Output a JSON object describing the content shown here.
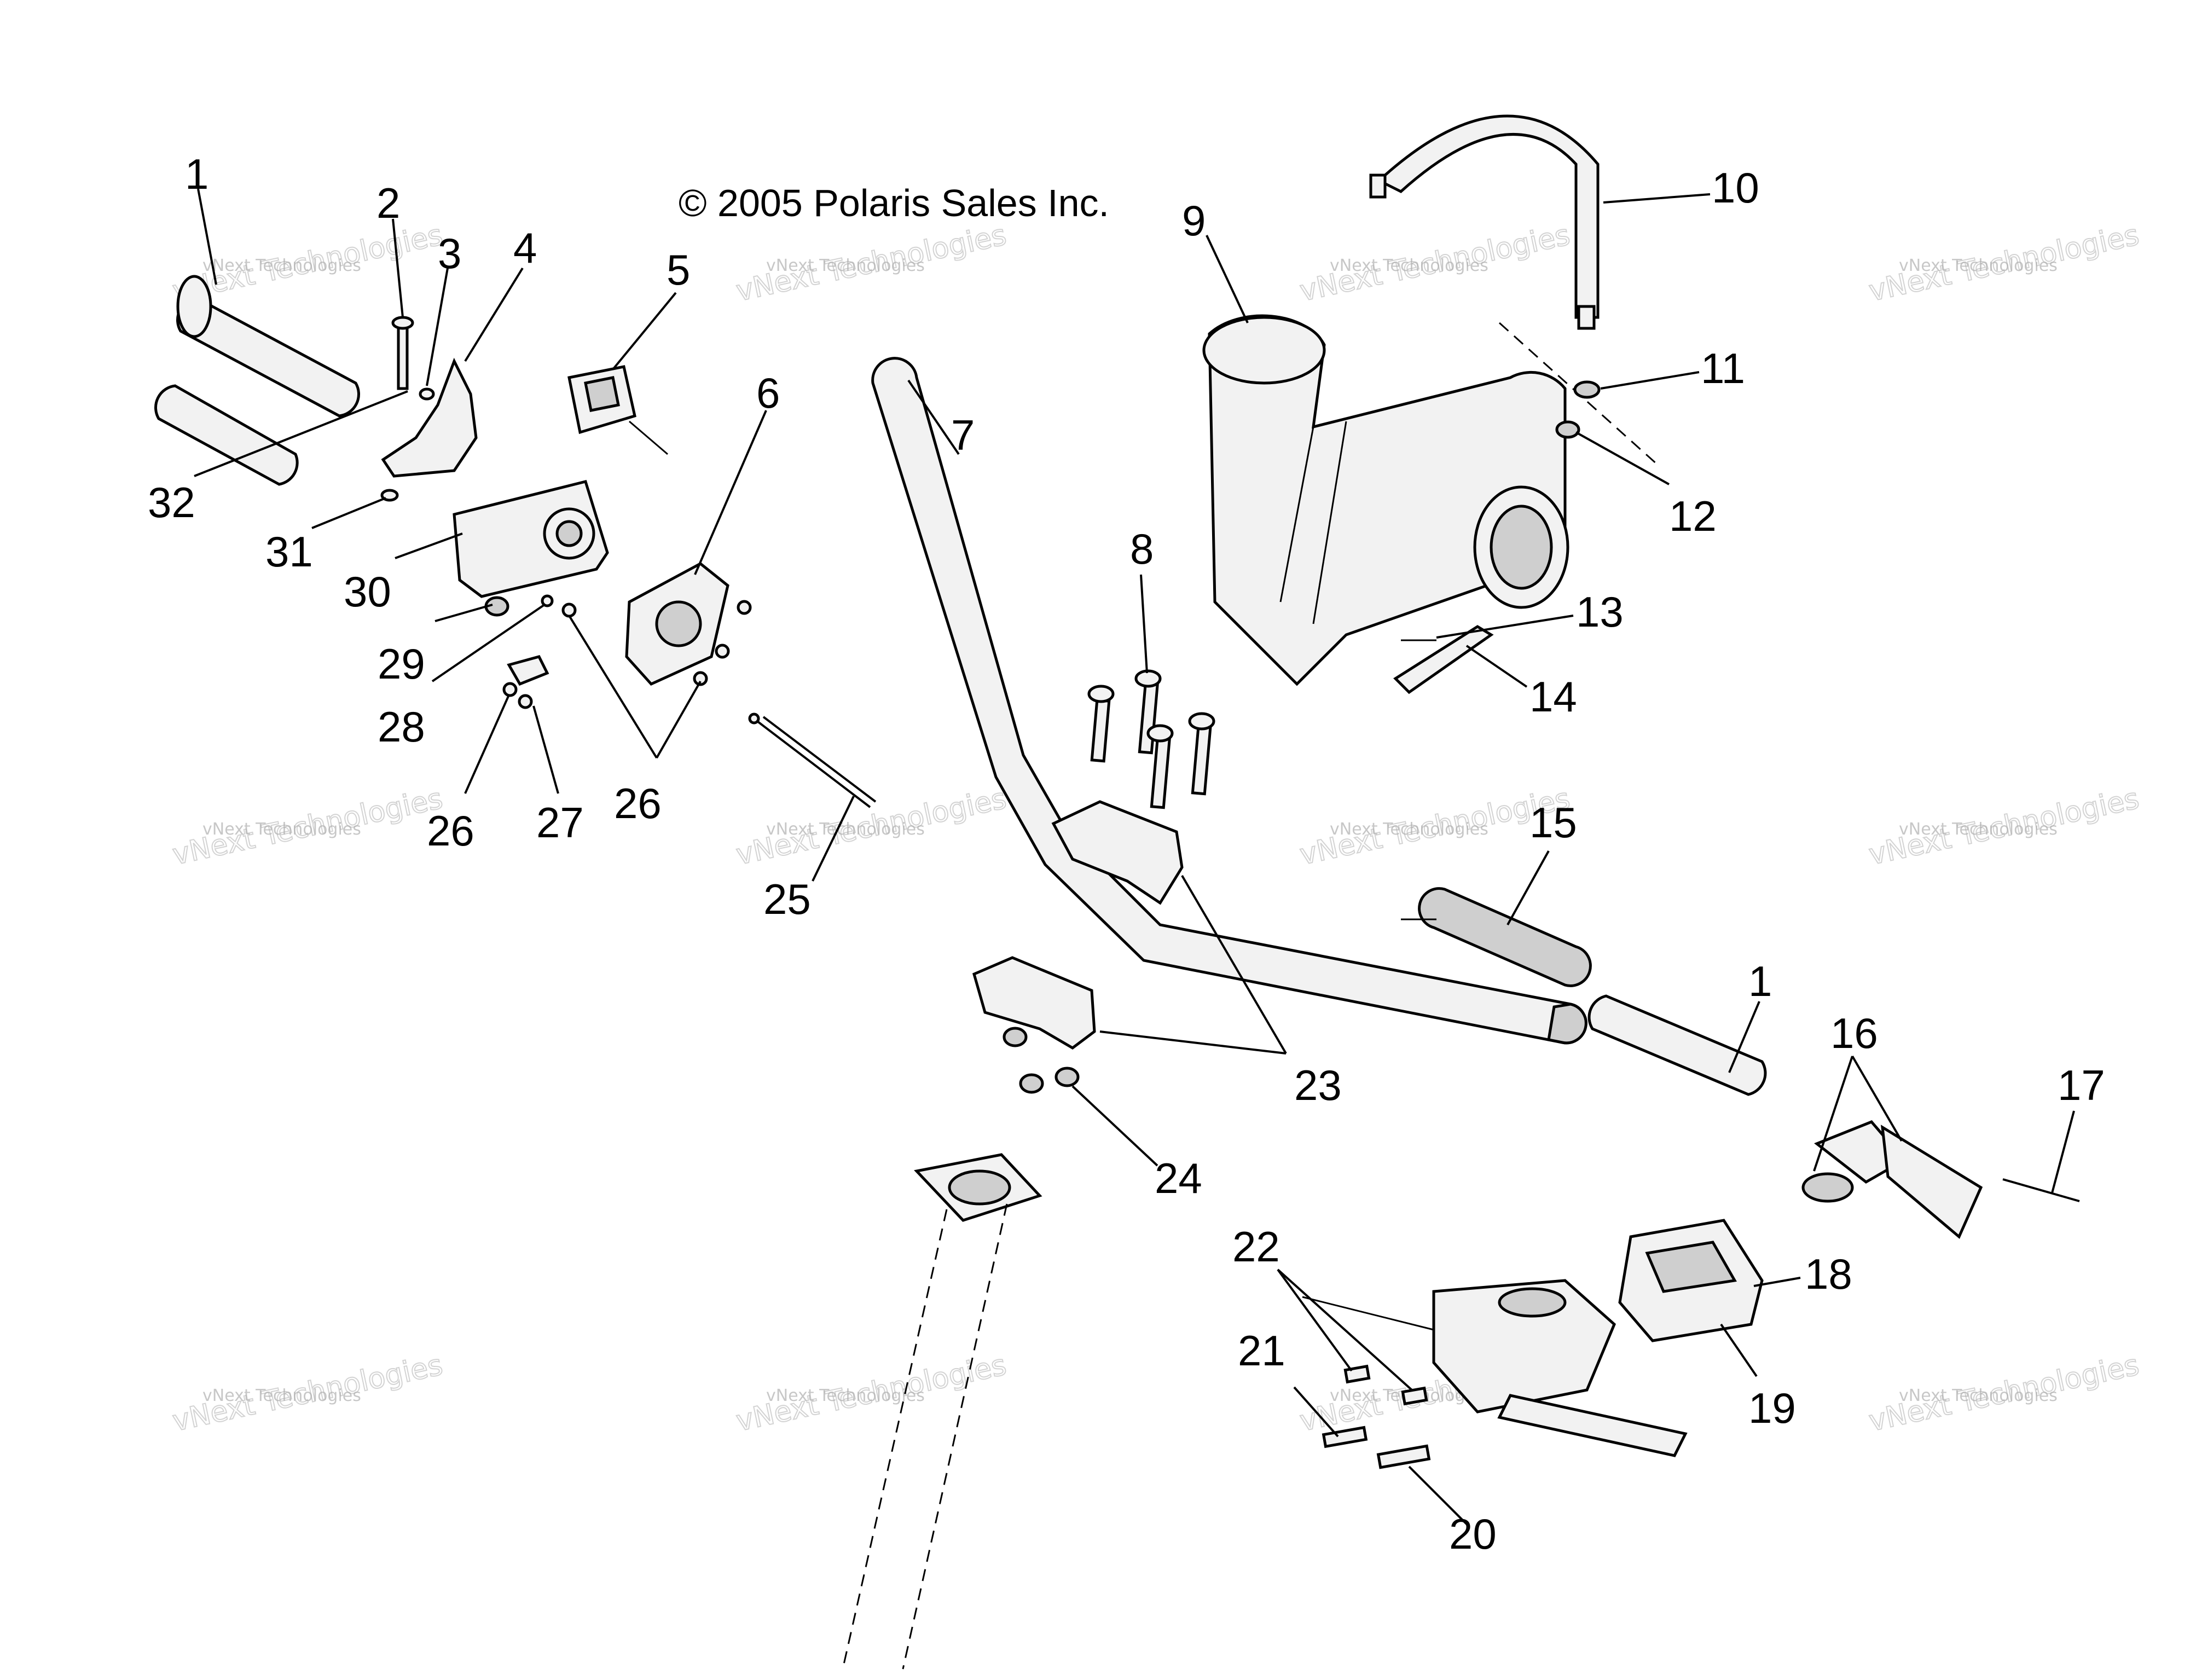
{
  "copyright": "© 2005 Polaris Sales Inc.",
  "watermark": {
    "line1": "vNext Technologies",
    "line2": "vNext Technologies"
  },
  "callouts": [
    "1",
    "2",
    "3",
    "4",
    "5",
    "6",
    "7",
    "8",
    "9",
    "10",
    "11",
    "12",
    "13",
    "14",
    "15",
    "1",
    "16",
    "17",
    "18",
    "19",
    "20",
    "21",
    "22",
    "23",
    "24",
    "25",
    "26",
    "26",
    "26",
    "27",
    "28",
    "29",
    "30",
    "31",
    "32"
  ]
}
